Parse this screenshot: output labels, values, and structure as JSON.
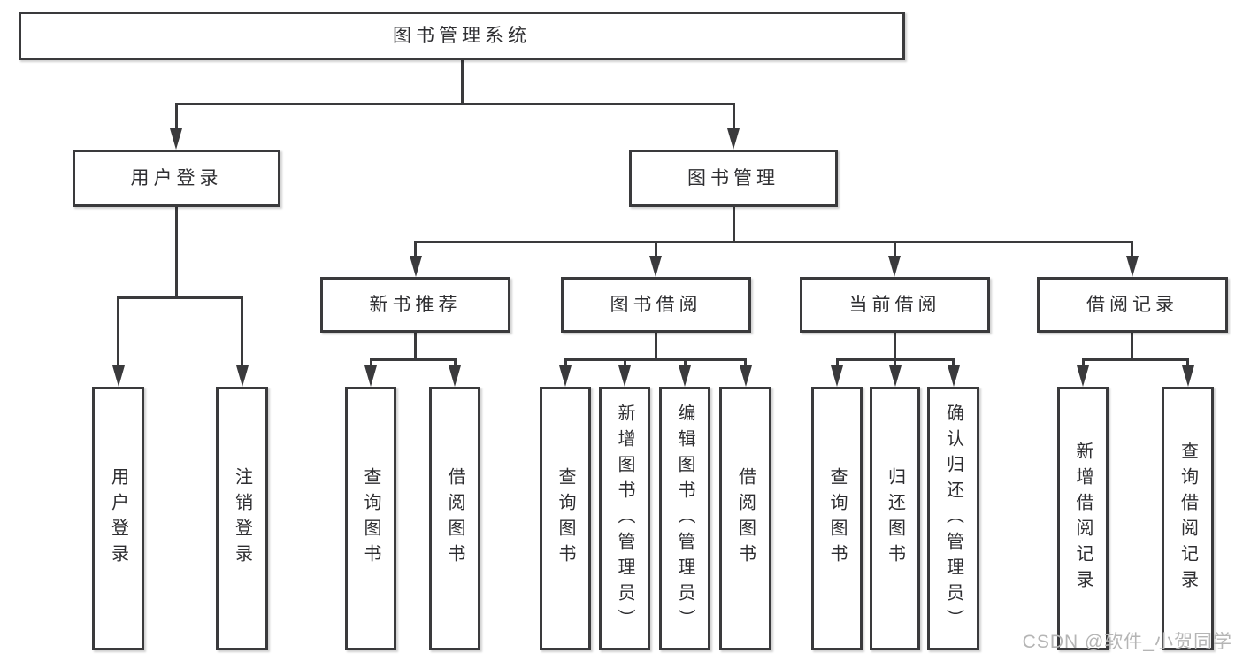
{
  "tree": {
    "root": {
      "label": "图书管理系统"
    },
    "branches": [
      {
        "label": "用户登录",
        "children": [
          {
            "label": "用户登录"
          },
          {
            "label": "注销登录"
          }
        ]
      },
      {
        "label": "图书管理",
        "children": [
          {
            "label": "新书推荐",
            "children": [
              {
                "label": "查询图书"
              },
              {
                "label": "借阅图书"
              }
            ]
          },
          {
            "label": "图书借阅",
            "children": [
              {
                "label": "查询图书"
              },
              {
                "label": "新增图书（管理员）"
              },
              {
                "label": "编辑图书（管理员）"
              },
              {
                "label": "借阅图书"
              }
            ]
          },
          {
            "label": "当前借阅",
            "children": [
              {
                "label": "查询图书"
              },
              {
                "label": "归还图书"
              },
              {
                "label": "确认归还（管理员）"
              }
            ]
          },
          {
            "label": "借阅记录",
            "children": [
              {
                "label": "新增借阅记录"
              },
              {
                "label": "查询借阅记录"
              }
            ]
          }
        ]
      }
    ]
  },
  "watermark": "CSDN @软件_小贺同学",
  "colors": {
    "line": "#3a3a3c",
    "text": "#2e2e31",
    "box_background": "#ffffff",
    "watermark": "#b5b5b5"
  }
}
